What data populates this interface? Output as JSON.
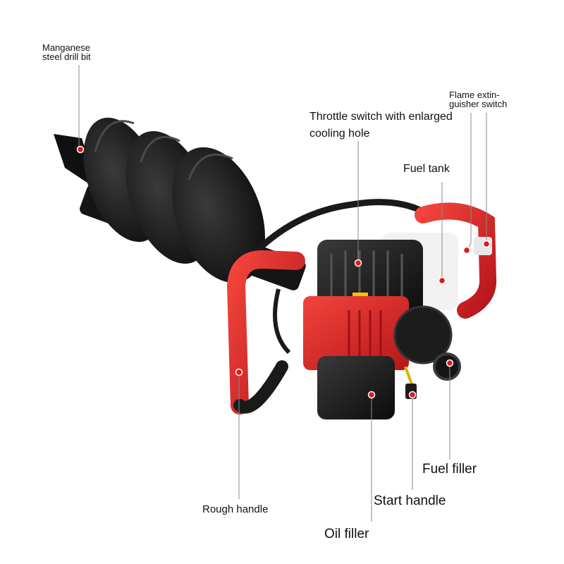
{
  "callouts": {
    "drill_bit": "Manganese\nsteel drill bit",
    "throttle_switch": "Throttle switch with enlarged\ncooling hole",
    "fuel_tank": "Fuel tank",
    "flame_switch": "Flame extin-\nguisher switch",
    "fuel_filler": "Fuel filler",
    "start_handle": "Start handle",
    "rough_handle": "Rough handle",
    "oil_filler": "Oil filler"
  },
  "colors": {
    "frame_red": "#e0312a",
    "engine_red": "#d81e22",
    "auger_black": "#161616",
    "engine_white": "#f2f2f2",
    "marker_red": "#e01a1a",
    "leader_gray": "#8a8a8a"
  }
}
